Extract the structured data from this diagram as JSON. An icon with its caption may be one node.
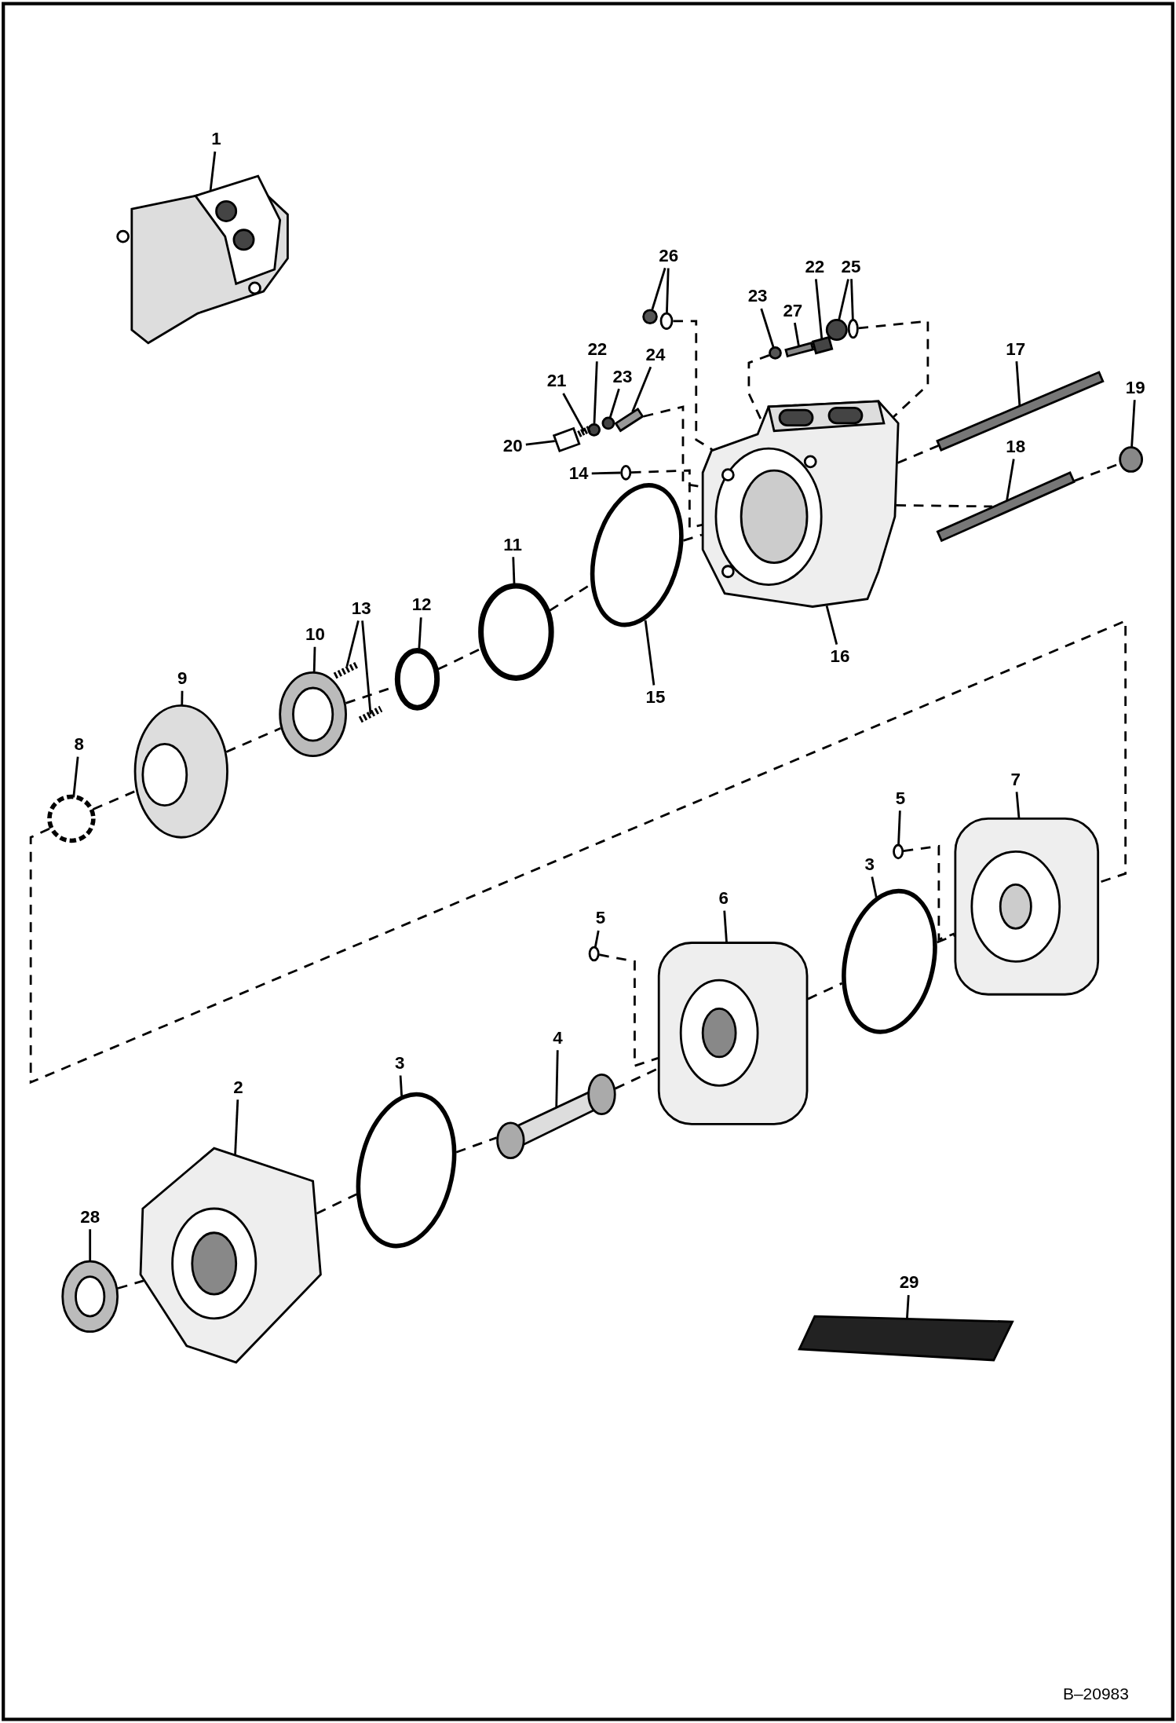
{
  "diagram": {
    "nodes": [
      {
        "text": [
          "1"
        ]
      },
      {
        "text": [
          "26"
        ]
      },
      {
        "text": [
          "22"
        ]
      },
      {
        "text": [
          "25"
        ]
      },
      {
        "text": [
          "23"
        ]
      },
      {
        "text": [
          "27"
        ]
      },
      {
        "text": [
          "17"
        ]
      },
      {
        "text": [
          "22"
        ]
      },
      {
        "text": [
          "24"
        ]
      },
      {
        "text": [
          "21"
        ]
      },
      {
        "text": [
          "23"
        ]
      },
      {
        "text": [
          "19"
        ]
      },
      {
        "text": [
          "20"
        ]
      },
      {
        "text": [
          "18"
        ]
      },
      {
        "text": [
          "14"
        ]
      },
      {
        "text": [
          "11"
        ]
      },
      {
        "text": [
          "12"
        ]
      },
      {
        "text": [
          "13"
        ]
      },
      {
        "text": [
          "10"
        ]
      },
      {
        "text": [
          "16"
        ]
      },
      {
        "text": [
          "9"
        ]
      },
      {
        "text": [
          "15"
        ]
      },
      {
        "text": [
          "8"
        ]
      },
      {
        "text": [
          "7"
        ]
      },
      {
        "text": [
          "5"
        ]
      },
      {
        "text": [
          "3"
        ]
      },
      {
        "text": [
          "6"
        ]
      },
      {
        "text": [
          "5"
        ]
      },
      {
        "text": [
          "4"
        ]
      },
      {
        "text": [
          "2"
        ]
      },
      {
        "text": [
          "3"
        ]
      },
      {
        "text": [
          "28"
        ]
      },
      {
        "text": [
          "29"
        ]
      },
      {
        "text": [],
        "shape": "picture"
      },
      {
        "text": [],
        "shape": "circle"
      },
      {
        "text": [],
        "shape": "circle"
      },
      {
        "text": [],
        "shape": "circle"
      },
      {
        "text": [],
        "shape": "bar"
      },
      {
        "text": [],
        "shape": "bar"
      },
      {
        "text": [],
        "shape": "circle"
      },
      {
        "text": [],
        "shape": "circle"
      },
      {
        "text": [],
        "shape": "bar"
      },
      {
        "text": [],
        "shape": "bar"
      },
      {
        "text": [],
        "shape": "circle"
      },
      {
        "text": [],
        "shape": "circle"
      },
      {
        "text": [],
        "shape": "picture"
      },
      {
        "text": [],
        "shape": "circle"
      },
      {
        "text": [],
        "shape": "box"
      },
      {
        "text": [],
        "shape": "picture"
      },
      {
        "text": [],
        "shape": "bar"
      },
      {
        "text": [],
        "shape": "circle"
      },
      {
        "text": [],
        "shape": "circle"
      },
      {
        "text": [],
        "shape": "circle"
      },
      {
        "text": [],
        "shape": "circle"
      },
      {
        "text": [],
        "shape": "picture"
      },
      {
        "text": [],
        "shape": "picture"
      },
      {
        "text": [],
        "shape": "picture"
      },
      {
        "text": [],
        "shape": "picture"
      },
      {
        "text": [],
        "shape": "circle"
      },
      {
        "text": [],
        "shape": "picture"
      },
      {
        "text": [],
        "shape": "circle"
      },
      {
        "text": [],
        "shape": "circle"
      },
      {
        "text": [],
        "shape": "picture"
      },
      {
        "text": [],
        "shape": "circle"
      },
      {
        "text": [],
        "shape": "picture"
      },
      {
        "text": [],
        "shape": "circle"
      },
      {
        "text": [],
        "shape": "picture"
      },
      {
        "text": [],
        "shape": "picture"
      },
      {
        "text": [],
        "shape": "picture"
      }
    ],
    "edges": [
      {
        "from": 0,
        "to": 33,
        "arrow": "none"
      },
      {
        "from": 1,
        "to": 34,
        "arrow": "none"
      },
      {
        "from": 1,
        "to": 35,
        "arrow": "none"
      },
      {
        "from": 2,
        "to": 38,
        "arrow": "none"
      },
      {
        "from": 3,
        "to": 39,
        "arrow": "none"
      },
      {
        "from": 3,
        "to": 40,
        "arrow": "none"
      },
      {
        "from": 4,
        "to": 36,
        "arrow": "none"
      },
      {
        "from": 5,
        "to": 37,
        "arrow": "none"
      },
      {
        "from": 6,
        "to": 41,
        "arrow": "none"
      },
      {
        "from": 7,
        "to": 43,
        "arrow": "none"
      },
      {
        "from": 8,
        "to": 42,
        "arrow": "none"
      },
      {
        "from": 9,
        "to": 45,
        "arrow": "none"
      },
      {
        "from": 10,
        "to": 44,
        "arrow": "none"
      },
      {
        "from": 11,
        "to": 46,
        "arrow": "none"
      },
      {
        "from": 12,
        "to": 47,
        "arrow": "none"
      },
      {
        "from": 13,
        "to": 49,
        "arrow": "none"
      },
      {
        "from": 14,
        "to": 50,
        "arrow": "none"
      },
      {
        "from": 15,
        "to": 52,
        "arrow": "none"
      },
      {
        "from": 16,
        "to": 53,
        "arrow": "none"
      },
      {
        "from": 17,
        "to": 54,
        "arrow": "none"
      },
      {
        "from": 17,
        "to": 55,
        "arrow": "none"
      },
      {
        "from": 18,
        "to": 56,
        "arrow": "none"
      },
      {
        "from": 19,
        "to": 48,
        "arrow": "none"
      },
      {
        "from": 20,
        "to": 57,
        "arrow": "none"
      },
      {
        "from": 21,
        "to": 51,
        "arrow": "none"
      },
      {
        "from": 22,
        "to": 58,
        "arrow": "none"
      },
      {
        "from": 23,
        "to": 59,
        "arrow": "none"
      },
      {
        "from": 24,
        "to": 60,
        "arrow": "none"
      },
      {
        "from": 25,
        "to": 61,
        "arrow": "none"
      },
      {
        "from": 26,
        "to": 62,
        "arrow": "none"
      },
      {
        "from": 27,
        "to": 63,
        "arrow": "none"
      },
      {
        "from": 28,
        "to": 64,
        "arrow": "none"
      },
      {
        "from": 29,
        "to": 66,
        "arrow": "none"
      },
      {
        "from": 30,
        "to": 65,
        "arrow": "none"
      },
      {
        "from": 31,
        "to": 67,
        "arrow": "none"
      },
      {
        "from": 32,
        "to": 68,
        "arrow": "none"
      },
      {
        "from": 35,
        "to": 48,
        "arrow": "none",
        "style": "dashed"
      },
      {
        "from": 50,
        "to": 48,
        "arrow": "none",
        "style": "dashed"
      },
      {
        "from": 42,
        "to": 48,
        "arrow": "none",
        "style": "dashed"
      },
      {
        "from": 40,
        "to": 48,
        "arrow": "none",
        "style": "dashed"
      },
      {
        "from": 36,
        "to": 48,
        "arrow": "none",
        "style": "dashed"
      },
      {
        "from": 48,
        "to": 41,
        "arrow": "none",
        "style": "dashed"
      },
      {
        "from": 48,
        "to": 49,
        "arrow": "none",
        "style": "dashed"
      },
      {
        "from": 49,
        "to": 46,
        "arrow": "none",
        "style": "dashed"
      },
      {
        "from": 58,
        "to": 57,
        "arrow": "none",
        "style": "dashed"
      },
      {
        "from": 57,
        "to": 56,
        "arrow": "none",
        "style": "dashed"
      },
      {
        "from": 56,
        "to": 53,
        "arrow": "none",
        "style": "dashed"
      },
      {
        "from": 53,
        "to": 52,
        "arrow": "none",
        "style": "dashed"
      },
      {
        "from": 52,
        "to": 51,
        "arrow": "none",
        "style": "dashed"
      },
      {
        "from": 51,
        "to": 48,
        "arrow": "none",
        "style": "dashed"
      },
      {
        "from": 58,
        "to": 59,
        "arrow": "none",
        "style": "dashed"
      },
      {
        "from": 63,
        "to": 62,
        "arrow": "none",
        "style": "dashed"
      },
      {
        "from": 60,
        "to": 59,
        "arrow": "none",
        "style": "dashed"
      },
      {
        "from": 62,
        "to": 61,
        "arrow": "none",
        "style": "dashed"
      },
      {
        "from": 61,
        "to": 59,
        "arrow": "none",
        "style": "dashed"
      },
      {
        "from": 67,
        "to": 66,
        "arrow": "none",
        "style": "dashed"
      },
      {
        "from": 66,
        "to": 65,
        "arrow": "none",
        "style": "dashed"
      },
      {
        "from": 65,
        "to": 64,
        "arrow": "none",
        "style": "dashed"
      },
      {
        "from": 64,
        "to": 62,
        "arrow": "none",
        "style": "dashed"
      }
    ],
    "labels": [
      "B–20983"
    ]
  }
}
